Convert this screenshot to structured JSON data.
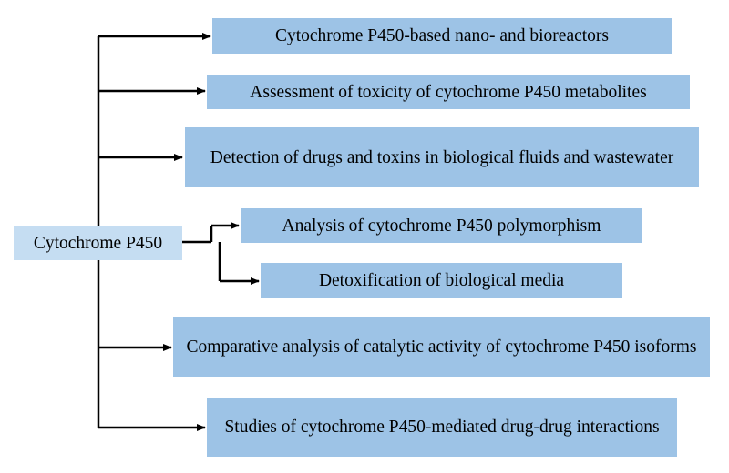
{
  "root": {
    "label": "Cytochrome P450"
  },
  "nodes": [
    {
      "label": "Cytochrome P450-based nano- and bioreactors"
    },
    {
      "label": "Assessment of toxicity of cytochrome P450 metabolites"
    },
    {
      "label": "Detection of drugs and toxins in biological fluids and wastewater"
    },
    {
      "label": "Analysis of cytochrome P450 polymorphism"
    },
    {
      "label": "Detoxification of biological media"
    },
    {
      "label": "Comparative analysis of catalytic activity of cytochrome P450 isoforms"
    },
    {
      "label": "Studies of cytochrome P450-mediated drug-drug interactions"
    }
  ],
  "colors": {
    "box_fill": "#9dc3e6",
    "root_fill": "#c5ddf2",
    "connector": "#000000",
    "text": "#000000"
  }
}
